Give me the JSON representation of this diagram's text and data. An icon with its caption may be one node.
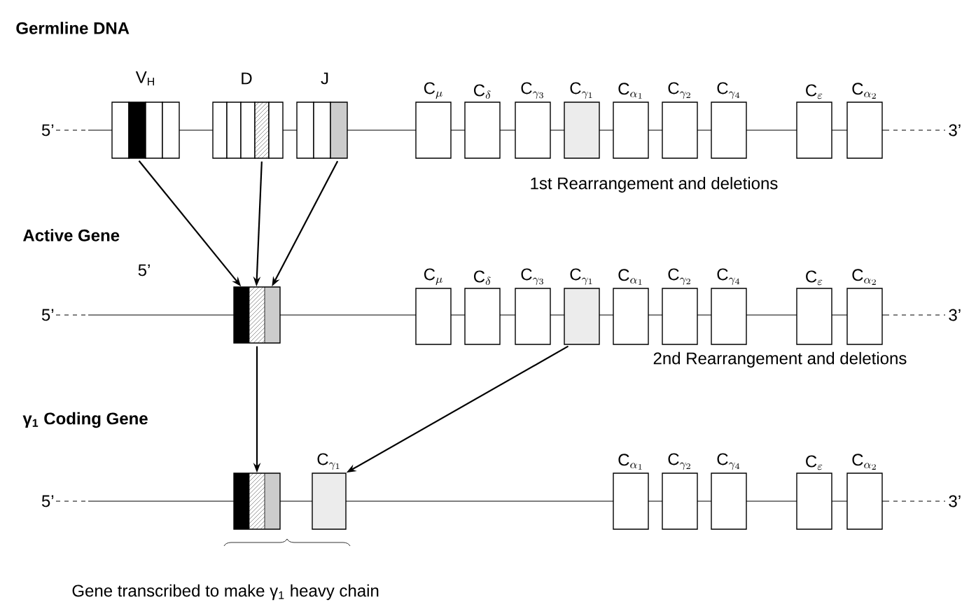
{
  "diagram": {
    "nodes": [
      {
        "text": [],
        "shape": "box"
      },
      {
        "text": [],
        "shape": "box"
      },
      {
        "text": [],
        "shape": "box"
      },
      {
        "text": [],
        "shape": "box"
      },
      {
        "text": [],
        "shape": "box"
      },
      {
        "text": [],
        "shape": "box"
      },
      {
        "text": [],
        "shape": "box"
      },
      {
        "text": [],
        "shape": "box"
      },
      {
        "text": [],
        "shape": "box"
      },
      {
        "text": [],
        "shape": "box"
      },
      {
        "text": [],
        "shape": "box"
      },
      {
        "text": [],
        "shape": "box"
      },
      {
        "text": [
          "\\mathrm{C}_{\\mu}"
        ]
      },
      {
        "text": [
          "\\mathrm{C}_{\\delta}"
        ]
      },
      {
        "text": [
          "\\mathrm{C}_{\\gamma_3}"
        ]
      },
      {
        "text": [
          "\\mathrm{C}_{\\gamma_1}"
        ]
      },
      {
        "text": [
          "\\mathrm{C}_{\\alpha_1}"
        ]
      },
      {
        "text": [
          "\\mathrm{C}_{\\gamma_2}"
        ]
      },
      {
        "text": [
          "\\mathrm{C}_{\\gamma_4}"
        ]
      },
      {
        "text": [
          "\\mathrm{C}_{\\varepsilon}"
        ]
      },
      {
        "text": [
          "\\mathrm{C}_{\\alpha_2}"
        ]
      },
      {
        "text": [],
        "shape": "box"
      },
      {
        "text": [
          "\\mathrm{C}_{\\mu}"
        ]
      },
      {
        "text": [
          "\\mathrm{C}_{\\delta}"
        ]
      },
      {
        "text": [
          "\\mathrm{C}_{\\gamma_3}"
        ]
      },
      {
        "text": [
          "\\mathrm{C}_{\\gamma_1}"
        ]
      },
      {
        "text": [
          "\\mathrm{C}_{\\alpha_1}"
        ]
      },
      {
        "text": [
          "\\mathrm{C}_{\\gamma_2}"
        ]
      },
      {
        "text": [
          "\\mathrm{C}_{\\gamma_4}"
        ]
      },
      {
        "text": [
          "\\mathrm{C}_{\\varepsilon}"
        ]
      },
      {
        "text": [
          "\\mathrm{C}_{\\alpha_2}"
        ]
      },
      {
        "text": [],
        "shape": "box"
      },
      {
        "text": [
          "\\mathrm{C}_{\\gamma_1}"
        ]
      },
      {
        "text": [
          "\\mathrm{C}_{\\alpha_1}"
        ]
      },
      {
        "text": [
          "\\mathrm{C}_{\\gamma_2}"
        ]
      },
      {
        "text": [
          "\\mathrm{C}_{\\gamma_4}"
        ]
      },
      {
        "text": [
          "\\mathrm{C}_{\\varepsilon}"
        ]
      },
      {
        "text": [
          "\\mathrm{C}_{\\alpha_2}"
        ]
      }
    ],
    "edges": [
      {
        "from": 1,
        "to": 21,
        "arrow": "to"
      },
      {
        "from": 7,
        "to": 21,
        "arrow": "to"
      },
      {
        "from": 11,
        "to": 21,
        "arrow": "to"
      },
      {
        "from": 21,
        "to": 31,
        "arrow": "to"
      },
      {
        "from": 25,
        "to": 32,
        "arrow": "to"
      }
    ],
    "labels": [
      "Germline DNA",
      "V$_{H}$",
      "D",
      "J",
      "5’",
      "3’",
      "1st Rearrangement and deletions",
      "Active Gene",
      "5’",
      "5’",
      "3’",
      "2nd Rearrangement and deletions",
      "γ$_{1}$ Coding Gene",
      "5’",
      "3’",
      "Gene transcribed to make γ$_{1}$ heavy chain"
    ]
  }
}
